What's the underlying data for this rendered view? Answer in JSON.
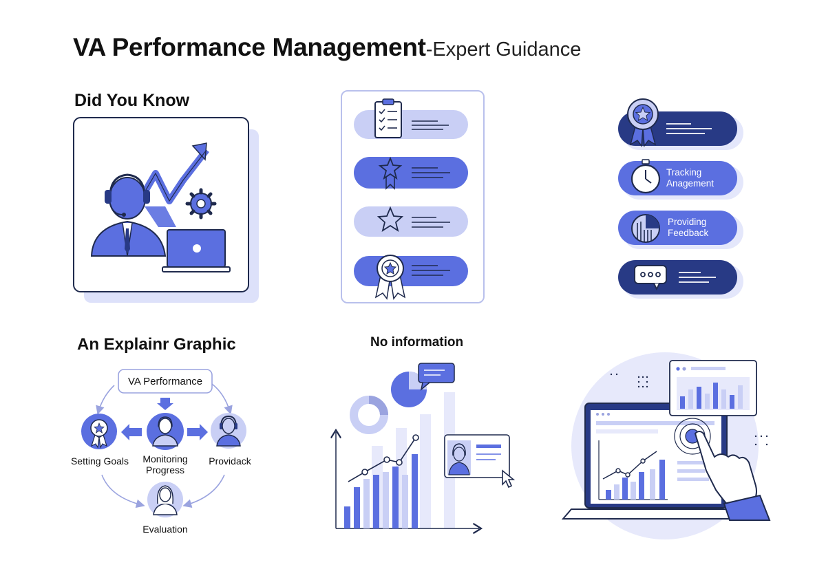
{
  "title": {
    "main": "VA Performance Management",
    "suffix": "-Expert Guidance"
  },
  "sections": {
    "did_you_know": "Did You Know",
    "explainer": "An Explainr Graphic",
    "no_information": "No information"
  },
  "icon_list_right": {
    "items": [
      {
        "icon": "award-ribbon-icon",
        "label": ""
      },
      {
        "icon": "stopwatch-icon",
        "label_line1": "Tracking",
        "label_line2": "Anagement"
      },
      {
        "icon": "pie-chart-icon",
        "label_line1": "Providing",
        "label_line2": "Feedback"
      },
      {
        "icon": "speech-bubble-icon",
        "label": ""
      }
    ]
  },
  "icon_list_middle": {
    "items": [
      {
        "icon": "clipboard-checklist-icon"
      },
      {
        "icon": "star-ribbon-icon"
      },
      {
        "icon": "star-icon"
      },
      {
        "icon": "award-badge-icon"
      }
    ]
  },
  "cycle": {
    "center_label": "VA Performance",
    "nodes": {
      "left": "Setting Goals",
      "center_line1": "Monitoring",
      "center_line2": "Progress",
      "right": "Providack",
      "bottom": "Evaluation"
    }
  },
  "colors": {
    "accent": "#5b6fe0",
    "accent_light": "#c9cff5",
    "navy": "#283a85",
    "outline": "#1f2a4d"
  }
}
